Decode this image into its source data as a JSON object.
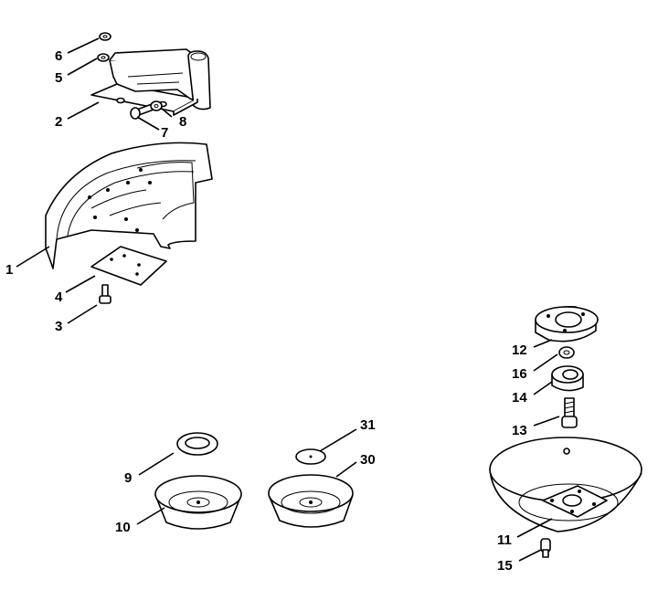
{
  "callouts": {
    "c1": "1",
    "c2": "2",
    "c3": "3",
    "c4": "4",
    "c5": "5",
    "c6": "6",
    "c7": "7",
    "c8": "8",
    "c9": "9",
    "c10": "10",
    "c11": "11",
    "c12": "12",
    "c13": "13",
    "c14": "14",
    "c15": "15",
    "c16": "16",
    "c30": "30",
    "c31": "31"
  }
}
